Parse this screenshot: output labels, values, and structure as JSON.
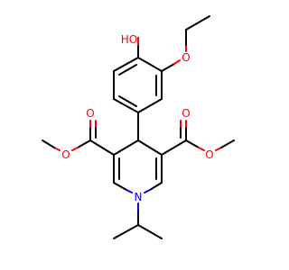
{
  "molecule": {
    "atom_labels": {
      "hydroxyl": "HO",
      "ethoxy_oxygen": "O",
      "ester_left_carbonyl_oxygen": "O",
      "ester_left_ether_oxygen": "O",
      "ester_right_carbonyl_oxygen": "O",
      "ester_right_ether_oxygen": "O",
      "ring_nitrogen": "N"
    },
    "colors": {
      "carbon_bond": "#000000",
      "oxygen": "#ff0000",
      "nitrogen": "#0000ff",
      "background": "#ffffff"
    }
  }
}
